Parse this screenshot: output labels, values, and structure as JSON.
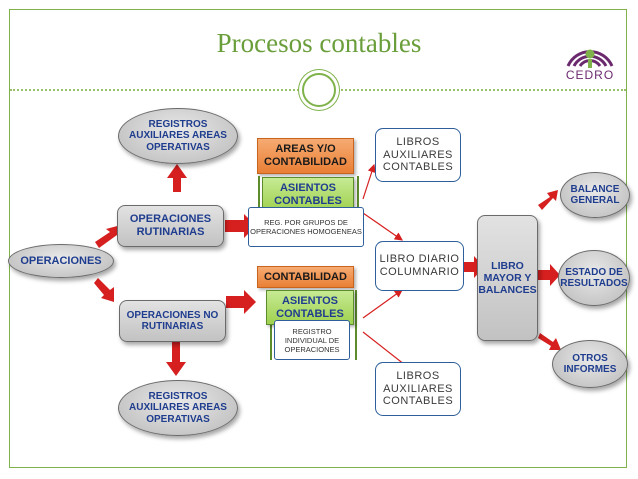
{
  "title": "Procesos contables",
  "logo": {
    "text": "CEDRO",
    "colors": {
      "purple": "#6b2a6e",
      "green": "#7fb24a"
    }
  },
  "colors": {
    "accent": "#6a9e3a",
    "arrow_red": "#d61f1f",
    "text_blue": "#1f3d8f"
  },
  "nodes": {
    "operaciones": "OPERACIONES",
    "op_rutinarias": "OPERACIONES RUTINARIAS",
    "op_no_rutinarias": "OPERACIONES NO RUTINARIAS",
    "registros_top": "REGISTROS AUXILIARES AREAS OPERATIVAS",
    "registros_bottom": "REGISTROS AUXILIARES AREAS OPERATIVAS",
    "areas_contabilidad": "AREAS Y/O CONTABILIDAD",
    "asientos_top": "ASIENTOS CONTABLES",
    "reg_grupos": "REG. POR GRUPOS DE OPERACIONES HOMOGENEAS",
    "contabilidad": "CONTABILIDAD",
    "asientos_bottom": "ASIENTOS CONTABLES",
    "registro_individual": "REGISTRO INDIVIDUAL DE OPERACIONES",
    "libros_aux_top": "LIBROS AUXILIARES CONTABLES",
    "libro_diario": "LIBRO DIARIO COLUMNARIO",
    "libros_aux_bottom": "LIBROS AUXILIARES CONTABLES",
    "libro_mayor": "LIBRO MAYOR Y BALANCES",
    "balance_general": "BALANCE GENERAL",
    "estado_resultados": "ESTADO DE RESULTADOS",
    "otros_informes": "OTROS INFORMES"
  }
}
